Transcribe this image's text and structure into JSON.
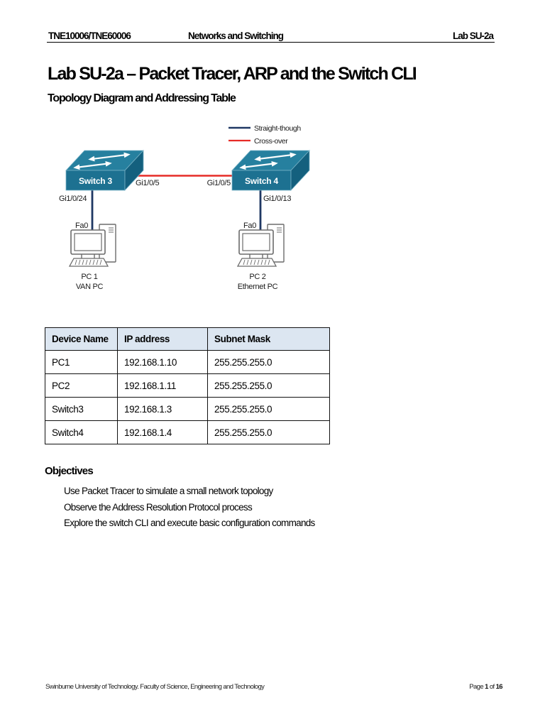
{
  "header": {
    "course_code": "TNE10006/TNE60006",
    "unit_name": "Networks and Switching",
    "lab_code": "Lab SU-2a"
  },
  "title": "Lab SU-2a – Packet Tracer, ARP and the Switch CLI",
  "section_heading": "Topology Diagram and Addressing Table",
  "diagram": {
    "legend": {
      "straight_label": "Straight-though",
      "straight_color": "#1F3864",
      "cross_label": "Cross-over",
      "cross_color": "#E62B27"
    },
    "colors": {
      "switch_top": "#26809F",
      "switch_front": "#1D7191",
      "switch_side": "#14607E"
    },
    "switch3": {
      "name": "Switch 3",
      "uplink_port": "Gi1/0/5",
      "access_port": "Gi1/0/24"
    },
    "switch4": {
      "name": "Switch 4",
      "uplink_port": "Gi1/0/5",
      "access_port": "Gi1/0/13"
    },
    "pc1": {
      "name": "PC 1",
      "subtitle": "VAN PC",
      "port": "Fa0"
    },
    "pc2": {
      "name": "PC 2",
      "subtitle": "Ethernet PC",
      "port": "Fa0"
    }
  },
  "table": {
    "header_bg": "#DCE6F1",
    "headers": [
      "Device Name",
      "IP address",
      "Subnet Mask"
    ],
    "rows": [
      [
        "PC1",
        "192.168.1.10",
        "255.255.255.0"
      ],
      [
        "PC2",
        "192.168.1.11",
        "255.255.255.0"
      ],
      [
        "Switch3",
        "192.168.1.3",
        "255.255.255.0"
      ],
      [
        "Switch4",
        "192.168.1.4",
        "255.255.255.0"
      ]
    ]
  },
  "objectives": {
    "heading": "Objectives",
    "items": [
      "Use Packet Tracer to simulate a small network topology",
      "Observe the Address Resolution Protocol process",
      "Explore the switch CLI and execute basic configuration commands"
    ]
  },
  "footer": {
    "left": "Swinburne University of Technology. Faculty of Science, Engineering and Technology",
    "page_word": "Page",
    "page_number": "1",
    "of_word": "of",
    "total_pages": "16"
  }
}
